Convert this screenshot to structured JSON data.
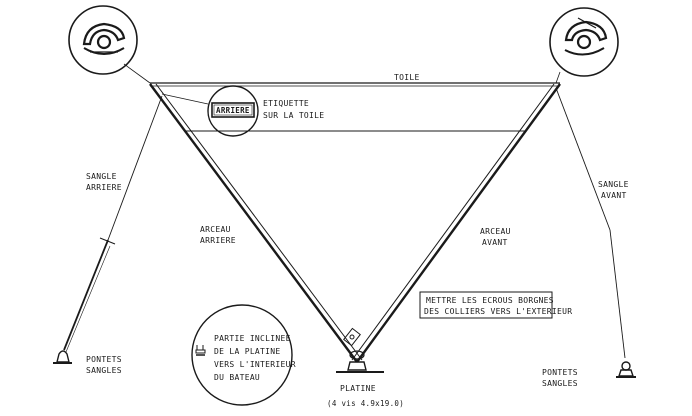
{
  "labels": {
    "toile": "TOILE",
    "tag_text": "ARRIERE",
    "etiquette_line1": "ETIQUETTE",
    "etiquette_line2": "SUR LA TOILE",
    "sangle_arriere_line1": "SANGLE",
    "sangle_arriere_line2": "ARRIERE",
    "sangle_avant_line1": "SANGLE",
    "sangle_avant_line2": "AVANT",
    "arceau_arriere_line1": "ARCEAU",
    "arceau_arriere_line2": "ARRIERE",
    "arceau_avant_line1": "ARCEAU",
    "arceau_avant_line2": "AVANT",
    "note_line1": "METTRE LES ECROUS BORGNES",
    "note_line2": "DES COLLIERS VERS L'EXTERIEUR",
    "partie_line1": "PARTIE INCLINEE",
    "partie_line2": "DE LA PLATINE",
    "partie_line3": "VERS L'INTERIEUR",
    "partie_line4": "DU BATEAU",
    "pontets_left_line1": "PONTETS",
    "pontets_left_line2": "SANGLES",
    "pontets_right_line1": "PONTETS",
    "pontets_right_line2": "SANGLES",
    "platine": "PLATINE",
    "platine_screws": "(4 vis 4.9x19.0)"
  }
}
